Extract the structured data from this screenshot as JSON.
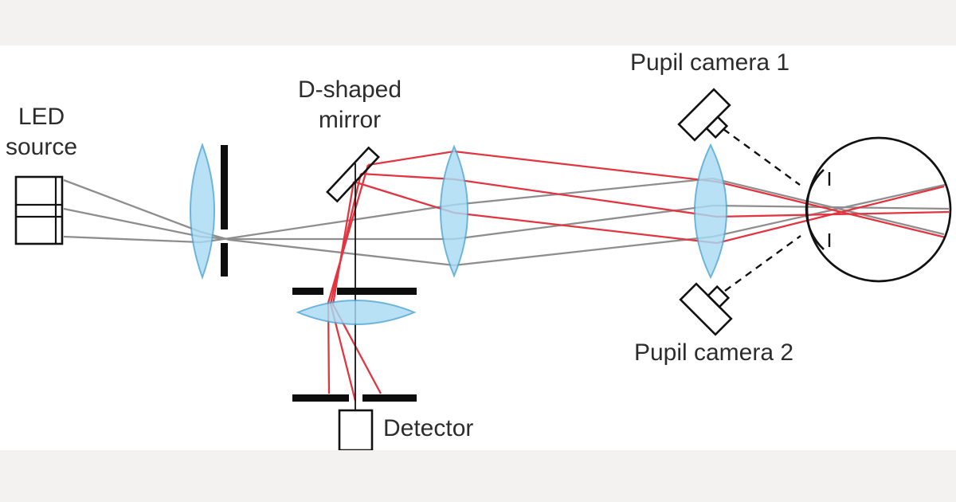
{
  "figure": {
    "description": "Schematic of an LED-based open-view eye refraction measurement optical system",
    "labels": {
      "led_line1": "LED",
      "led_line2": "source",
      "mirror_line1": "D-shaped",
      "mirror_line2": "mirror",
      "camera1": "Pupil camera 1",
      "camera2": "Pupil camera 2",
      "detector": "Detector"
    }
  },
  "colors": {
    "canvas": "#ffffff",
    "frame_bar": "#f3f2f1",
    "illumination_ray": "#8e8e8e",
    "signal_ray": "#e23540",
    "lens_fill": "#a9dbf4",
    "lens_edge": "#4ea6d4",
    "led_fill": "#e9dfba",
    "mirror_fill": "#e1ddc6",
    "detector_fill": "#e9e9d9",
    "camera_fill": "#dde8f7",
    "outline": "#121212",
    "label_text": "#2c2c2c"
  }
}
